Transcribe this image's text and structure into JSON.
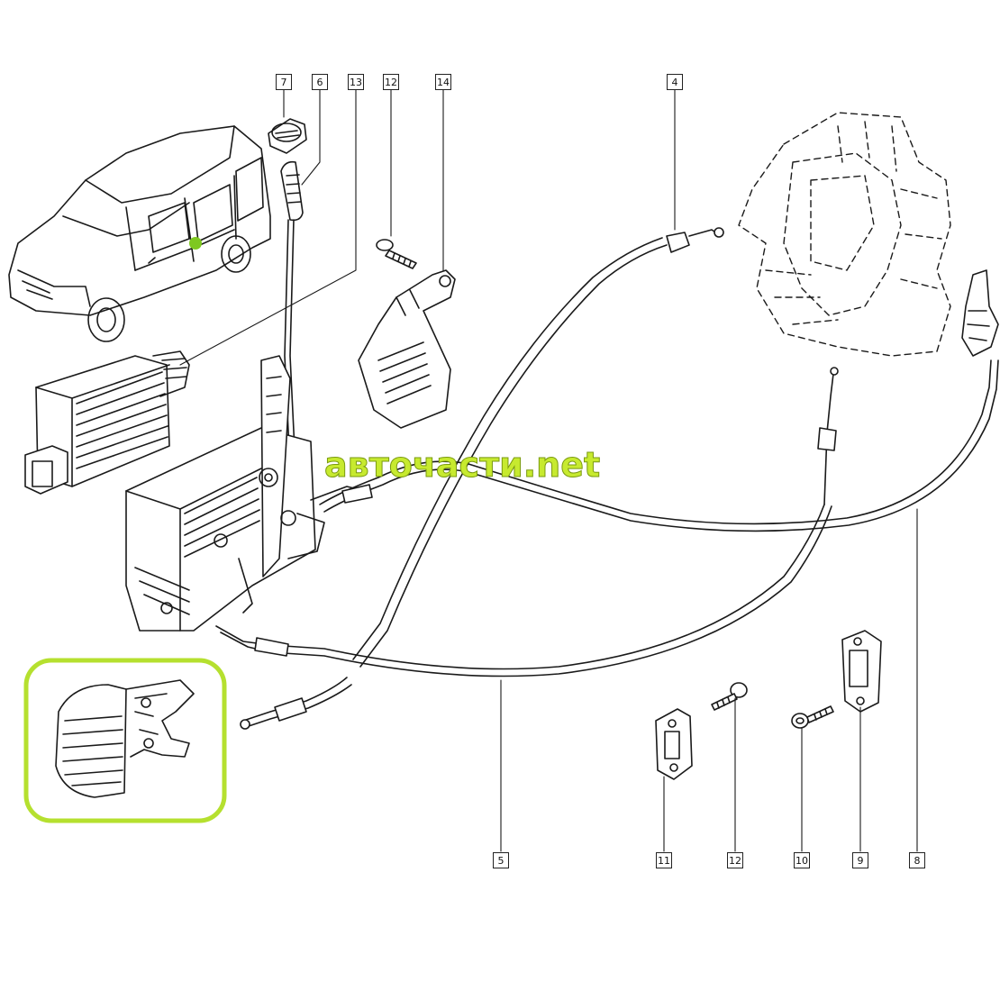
{
  "diagram": {
    "callouts": [
      "7",
      "6",
      "13",
      "12",
      "14",
      "4",
      "5",
      "11",
      "12",
      "10",
      "9",
      "8"
    ],
    "watermark": "авточасти.net",
    "highlight_color": "#b5e02f",
    "accent_color": "#7ec820"
  }
}
